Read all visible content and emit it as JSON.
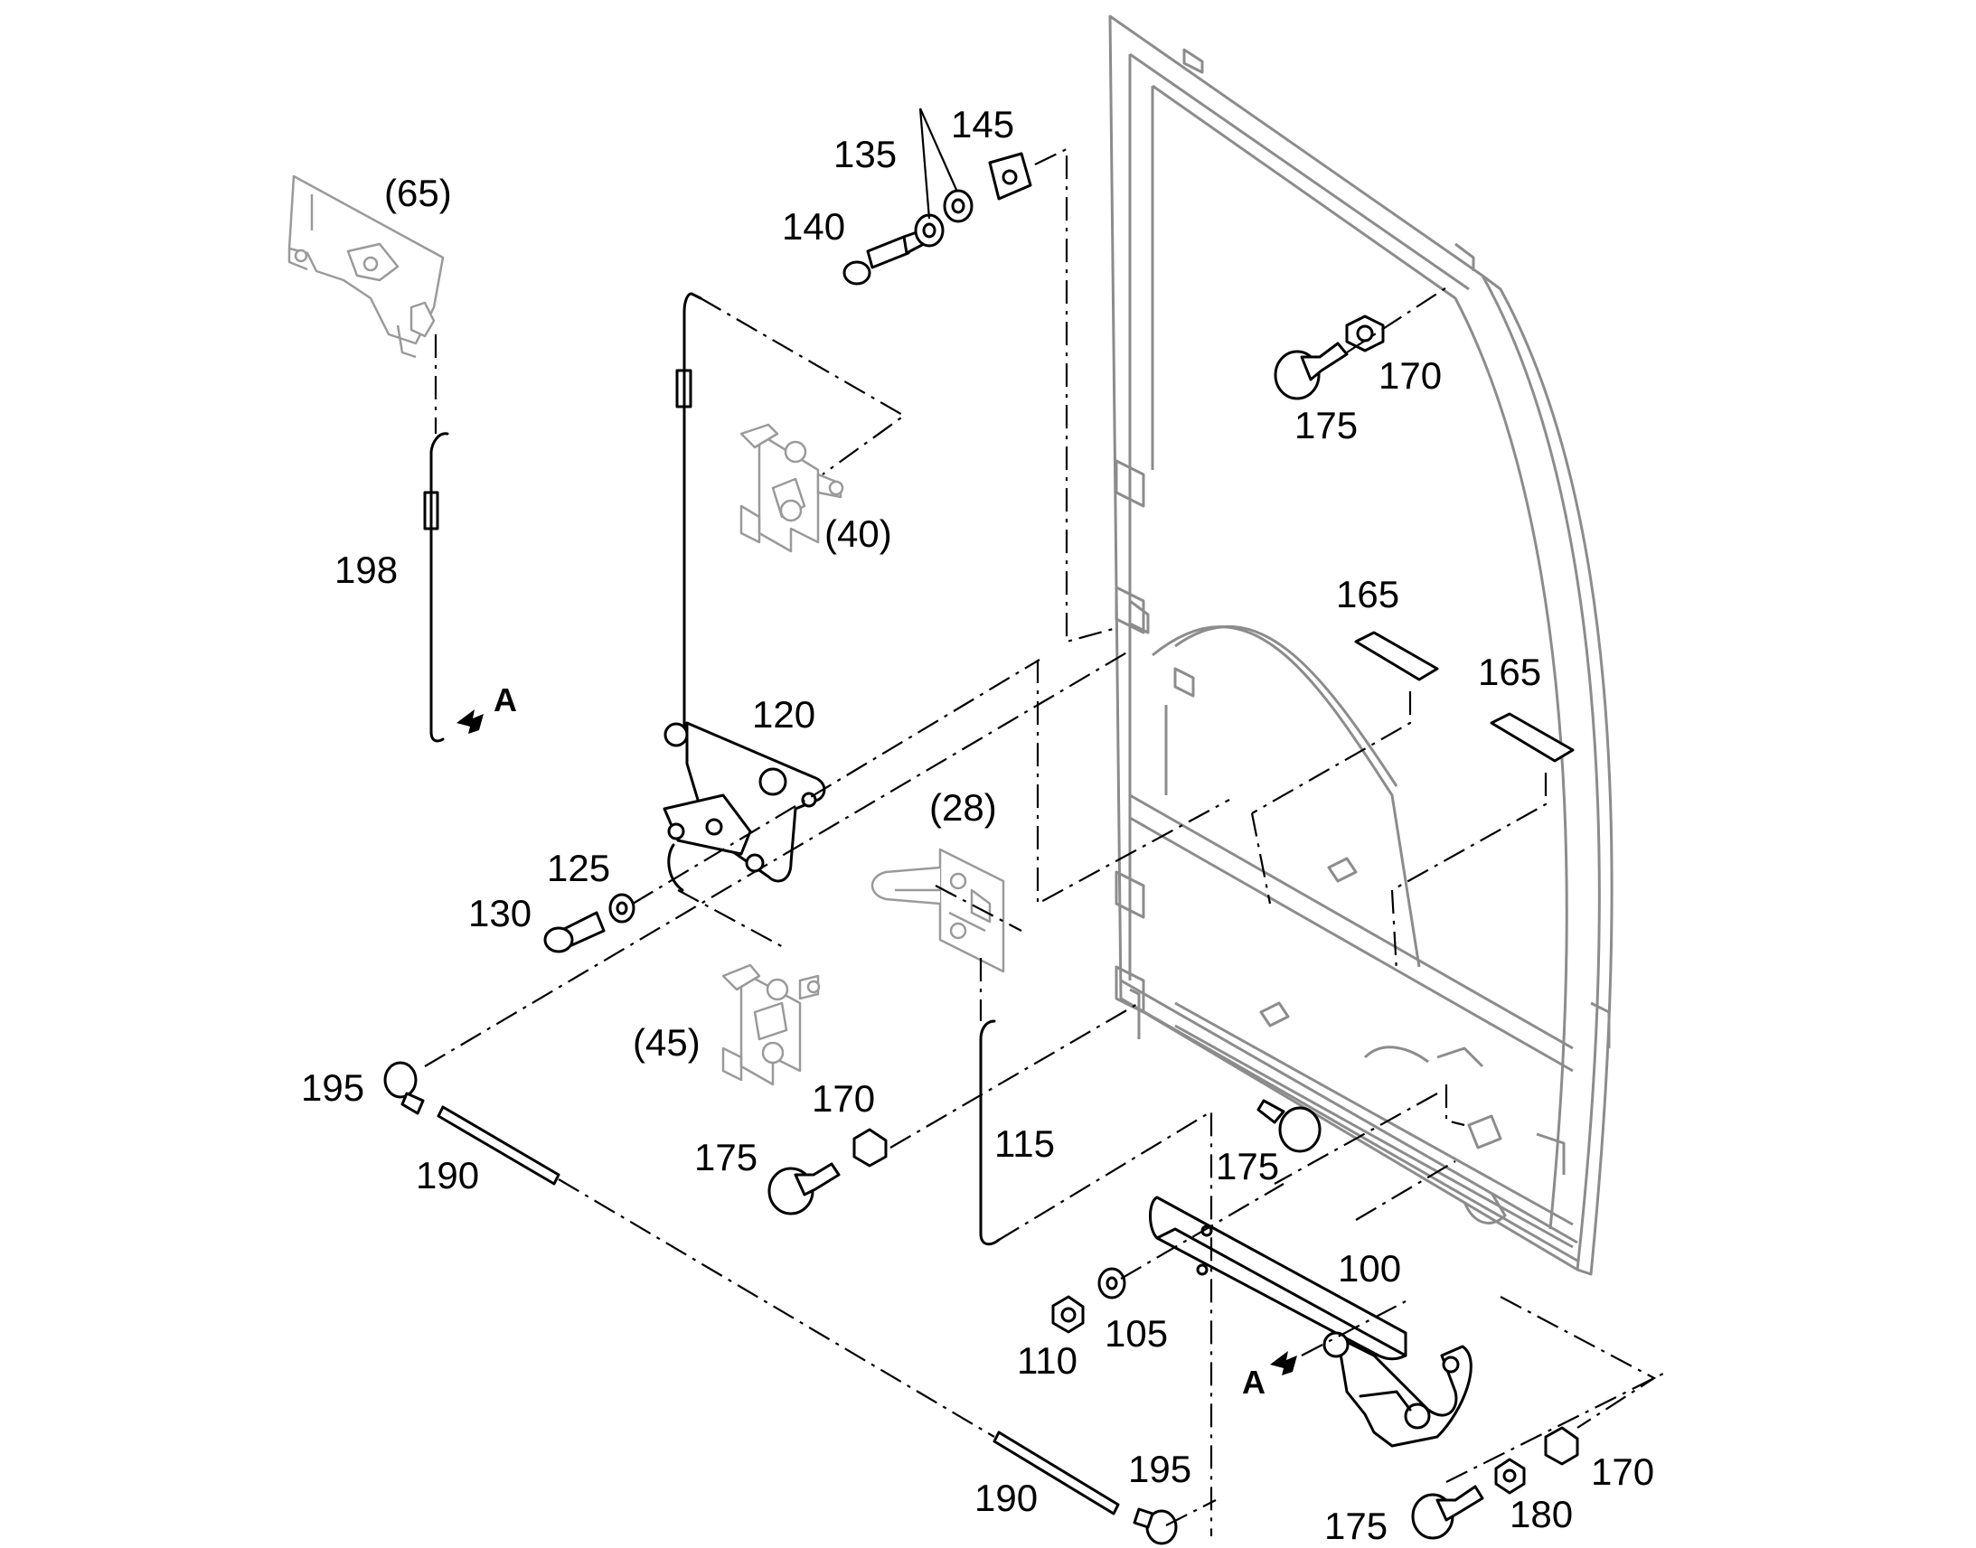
{
  "diagram": {
    "view_marker": "A",
    "labels": {
      "l65": "(65)",
      "l198": "198",
      "l40": "(40)",
      "l45": "(45)",
      "l28": "(28)",
      "l140": "140",
      "l135": "135",
      "l145": "145",
      "l120": "120",
      "l125": "125",
      "l130": "130",
      "l195a": "195",
      "l190a": "190",
      "l175a": "175",
      "l170a": "170",
      "l115": "115",
      "l175b": "175",
      "l170b": "170",
      "l175c": "175",
      "l165a": "165",
      "l165b": "165",
      "l100": "100",
      "l110": "110",
      "l105": "105",
      "l190b": "190",
      "l195b": "195",
      "l175d": "175",
      "l180": "180",
      "l170c": "170"
    }
  }
}
